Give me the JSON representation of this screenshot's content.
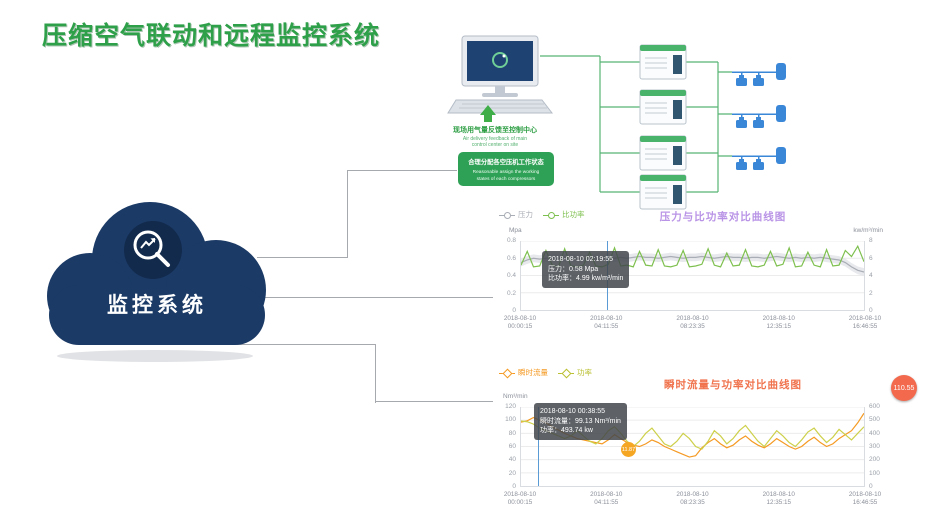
{
  "page": {
    "title": "压缩空气联动和远程监控系统"
  },
  "cloud": {
    "label": "监控系统",
    "color": "#1b3a66"
  },
  "diagram": {
    "feedback_cn": "现场用气量反馈至控制中心",
    "feedback_en1": "Air delivery feedback of main",
    "feedback_en2": "control center on site",
    "assign_cn": "合理分配各空压机工作状态",
    "assign_en1": "Reasonable assign the working",
    "assign_en2": "states of each compressors"
  },
  "chart_data": [
    {
      "type": "line",
      "title": "压力与比功率对比曲线图",
      "title_color": "#b994e6",
      "unit_left": "Mpa",
      "unit_right": "kw/m³/min",
      "marker_shape": "circle",
      "legend": [
        {
          "name": "压力",
          "color": "#a9adb5"
        },
        {
          "name": "比功率",
          "color": "#7ec04f"
        }
      ],
      "x_ticks": [
        [
          "2018-08-10",
          "00:00:15"
        ],
        [
          "2018-08-10",
          "04:11:55"
        ],
        [
          "2018-08-10",
          "08:23:35"
        ],
        [
          "2018-08-10",
          "12:35:15"
        ],
        [
          "2018-08-10",
          "16:46:55"
        ]
      ],
      "ylim_left": [
        0,
        0.8
      ],
      "yticks_left": [
        0,
        0.2,
        0.4,
        0.6,
        0.8
      ],
      "ylim_right": [
        0,
        8
      ],
      "yticks_right": [
        0,
        2,
        4,
        6,
        8
      ],
      "grid": true,
      "legend_position": "top-left",
      "series": [
        {
          "name": "压力",
          "axis": "left",
          "color": "#a9adb5",
          "band": 0.045,
          "band_color": "#e2e4e8",
          "values": [
            0.55,
            0.58,
            0.6,
            0.59,
            0.6,
            0.61,
            0.6,
            0.6,
            0.61,
            0.6,
            0.59,
            0.6,
            0.61,
            0.62,
            0.61,
            0.6,
            0.61,
            0.6,
            0.61,
            0.62,
            0.61,
            0.61,
            0.6,
            0.61,
            0.62,
            0.61,
            0.6,
            0.61,
            0.61,
            0.62,
            0.61,
            0.6,
            0.61,
            0.62,
            0.61,
            0.61,
            0.6,
            0.61,
            0.61,
            0.6,
            0.61,
            0.62,
            0.61,
            0.6,
            0.61,
            0.6,
            0.61,
            0.6,
            0.61,
            0.6,
            0.59,
            0.58,
            0.55,
            0.5,
            0.46,
            0.44
          ]
        },
        {
          "name": "比功率",
          "axis": "right",
          "color": "#7ec04f",
          "values": [
            5.2,
            6.8,
            5.0,
            5.1,
            6.9,
            5.2,
            5.0,
            7.1,
            5.1,
            5.0,
            5.2,
            6.7,
            5.1,
            5.0,
            5.3,
            7.2,
            5.1,
            5.2,
            5.0,
            6.8,
            5.2,
            5.1,
            7.0,
            5.1,
            5.0,
            5.2,
            6.9,
            5.0,
            5.1,
            5.3,
            7.1,
            5.2,
            5.0,
            6.6,
            5.1,
            5.2,
            7.0,
            5.1,
            5.0,
            5.2,
            6.8,
            5.1,
            5.3,
            7.2,
            5.0,
            5.1,
            6.7,
            5.2,
            5.0,
            7.0,
            5.1,
            5.2,
            6.9,
            6.2,
            7.4,
            5.6
          ]
        }
      ],
      "tooltip": {
        "time": "2018-08-10 02:19:55",
        "line1": "压力：0.58 Mpa",
        "line2": "比功率：4.99 kw/m³/min"
      }
    },
    {
      "type": "line",
      "title": "瞬时流量与功率对比曲线图",
      "title_color": "#f0734d",
      "unit_left": "Nm³/min",
      "marker_shape": "diamond",
      "legend": [
        {
          "name": "瞬时流量",
          "color": "#f59a23"
        },
        {
          "name": "功率",
          "color": "#b9bf2e"
        }
      ],
      "x_ticks": [
        [
          "2018-08-10",
          "00:00:15"
        ],
        [
          "2018-08-10",
          "04:11:55"
        ],
        [
          "2018-08-10",
          "08:23:35"
        ],
        [
          "2018-08-10",
          "12:35:15"
        ],
        [
          "2018-08-10",
          "16:46:55"
        ]
      ],
      "ylim_left": [
        0,
        120
      ],
      "yticks_left": [
        0,
        20,
        40,
        60,
        80,
        100,
        120
      ],
      "ylim_right": [
        0,
        600
      ],
      "yticks_right": [
        0,
        100,
        200,
        300,
        400,
        500,
        600
      ],
      "grid": true,
      "legend_position": "top-left",
      "series": [
        {
          "name": "瞬时流量",
          "axis": "left",
          "color": "#f59a23",
          "values": [
            97,
            99,
            104,
            100,
            96,
            90,
            85,
            80,
            76,
            72,
            70,
            68,
            66,
            64,
            70,
            78,
            72,
            66,
            62,
            60,
            64,
            70,
            66,
            60,
            56,
            52,
            48,
            44,
            46,
            58,
            66,
            72,
            64,
            58,
            62,
            70,
            76,
            68,
            62,
            58,
            64,
            72,
            66,
            60,
            56,
            60,
            68,
            74,
            66,
            60,
            64,
            72,
            78,
            84,
            96,
            110.55
          ]
        },
        {
          "name": "功率",
          "axis": "right",
          "color": "#cdd04a",
          "values": [
            494,
            488,
            470,
            440,
            420,
            400,
            380,
            360,
            380,
            420,
            380,
            340,
            320,
            360,
            420,
            450,
            400,
            340,
            300,
            340,
            400,
            440,
            380,
            320,
            300,
            340,
            400,
            360,
            300,
            280,
            340,
            420,
            380,
            320,
            360,
            420,
            460,
            400,
            340,
            300,
            360,
            420,
            380,
            330,
            300,
            350,
            410,
            440,
            380,
            330,
            370,
            430,
            390,
            350,
            400,
            450
          ]
        }
      ],
      "tooltip": {
        "time": "2018-08-10 00:38:55",
        "line1": "瞬时流量：99.13 Nm³/min",
        "line2": "功率：493.74 kw"
      },
      "markers": {
        "end": "110.55",
        "mid": "11.87"
      }
    }
  ]
}
